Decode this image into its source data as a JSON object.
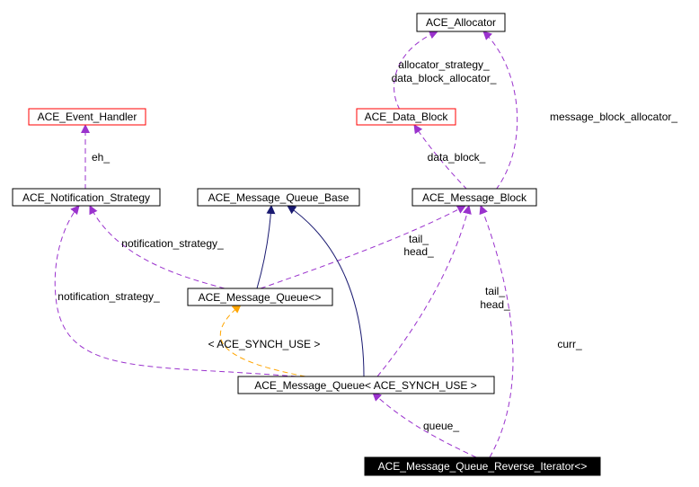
{
  "nodes": {
    "allocator": "ACE_Allocator",
    "event_handler": "ACE_Event_Handler",
    "data_block": "ACE_Data_Block",
    "notification_strategy": "ACE_Notification_Strategy",
    "message_queue_base": "ACE_Message_Queue_Base",
    "message_block": "ACE_Message_Block",
    "message_queue_tmpl": "ACE_Message_Queue<>",
    "message_queue_synch": "ACE_Message_Queue< ACE_SYNCH_USE >",
    "reverse_iterator": "ACE_Message_Queue_Reverse_Iterator<>"
  },
  "edge_labels": {
    "allocator_strategy": "allocator_strategy_",
    "data_block_allocator": "data_block_allocator_",
    "message_block_allocator": "message_block_allocator_",
    "eh": "eh_",
    "data_block": "data_block_",
    "notification_strategy_upper": "notification_strategy_",
    "notification_strategy_lower": "notification_strategy_",
    "tail_upper": "tail_",
    "head_upper": "head_",
    "tail_lower": "tail_",
    "head_lower": "head_",
    "synch_use": "< ACE_SYNCH_USE >",
    "curr": "curr_",
    "queue": "queue_"
  },
  "colors": {
    "usage_edge": "#9a32cd",
    "inheritance_edge": "#191970",
    "template_edge": "#ffa500",
    "undocumented_border": "#ff0000",
    "node_border": "#000000",
    "highlight_fill": "#000000",
    "highlight_text": "#ffffff"
  }
}
